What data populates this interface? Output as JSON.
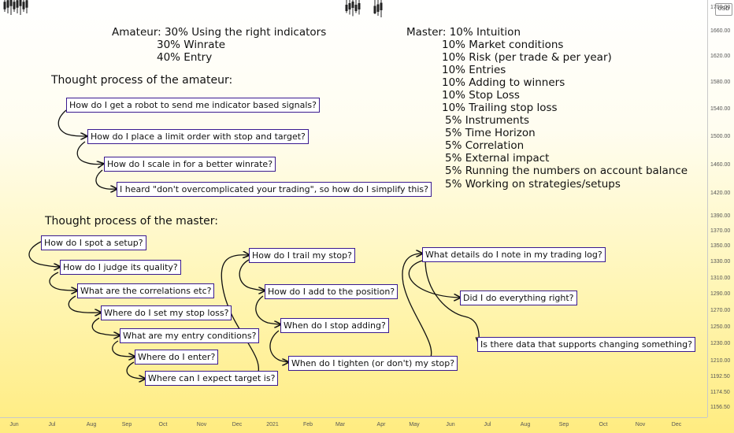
{
  "chart_data": {
    "type": "candlestick",
    "currency_badge": "USD",
    "y_ticks": [
      "1700.00",
      "1660.00",
      "1620.00",
      "1580.00",
      "1540.00",
      "1500.00",
      "1460.00",
      "1420.00",
      "1390.00",
      "1370.00",
      "1350.00",
      "1330.00",
      "1310.00",
      "1290.00",
      "1270.00",
      "1250.00",
      "1230.00",
      "1210.00",
      "1192.50",
      "1174.50",
      "1156.50"
    ],
    "x_ticks": [
      "Jun",
      "Jul",
      "Aug",
      "Sep",
      "Oct",
      "Nov",
      "Dec",
      "2021",
      "Feb",
      "Mar",
      "Apr",
      "May",
      "Jun",
      "Jul",
      "Aug",
      "Sep",
      "Oct",
      "Nov",
      "Dec"
    ],
    "visible_candles": [
      {
        "label": "left edge cluster",
        "open": 1705,
        "close": 1695,
        "high": 1712,
        "low": 1688
      },
      {
        "label": "mid cluster",
        "open": 1700,
        "close": 1692,
        "high": 1712,
        "low": 1686
      },
      {
        "label": "right cluster",
        "open": 1698,
        "close": 1688,
        "high": 1710,
        "low": 1684
      }
    ]
  },
  "annotations": {
    "amateur_summary": {
      "line1": "Amateur: 30% Using the right indicators",
      "line2": "30% Winrate",
      "line3": "40% Entry"
    },
    "master_summary": {
      "lines": [
        "Master: 10% Intuition",
        "10% Market conditions",
        "10% Risk (per trade & per year)",
        "10% Entries",
        "10% Adding to winners",
        "10% Stop Loss",
        "10% Trailing stop loss",
        "5% Instruments",
        "5% Time Horizon",
        "5% Correlation",
        "5% External impact",
        "5% Running the numbers on account balance",
        "5% Working on strategies/setups"
      ]
    },
    "amateur_heading": "Thought process of the amateur:",
    "amateur_questions": [
      "How do I get a robot to send me indicator based signals?",
      "How do I place a limit order with stop and target?",
      "How do I scale in for a better winrate?",
      "I heard \"don't overcomplicated your trading\", so how do I simplify this?"
    ],
    "master_heading": "Thought process of the master:",
    "master_questions_col1": [
      "How do I spot a setup?",
      "How do I judge its quality?",
      "What are the correlations etc?",
      "Where do I set my stop loss?",
      "What are my entry conditions?",
      "Where do I enter?",
      "Where can I expect target is?"
    ],
    "master_questions_col2": [
      "How do I trail my stop?",
      "How do I add to the position?",
      "When do I stop adding?",
      "When do I tighten (or don't) my stop?"
    ],
    "master_questions_col3": [
      "What details do I note in my trading log?",
      "Did I do everything right?",
      "Is there data that supports changing something?"
    ]
  },
  "colors": {
    "box_border": "#3a1a8f",
    "candle": "#222222",
    "arrow": "#111111"
  }
}
